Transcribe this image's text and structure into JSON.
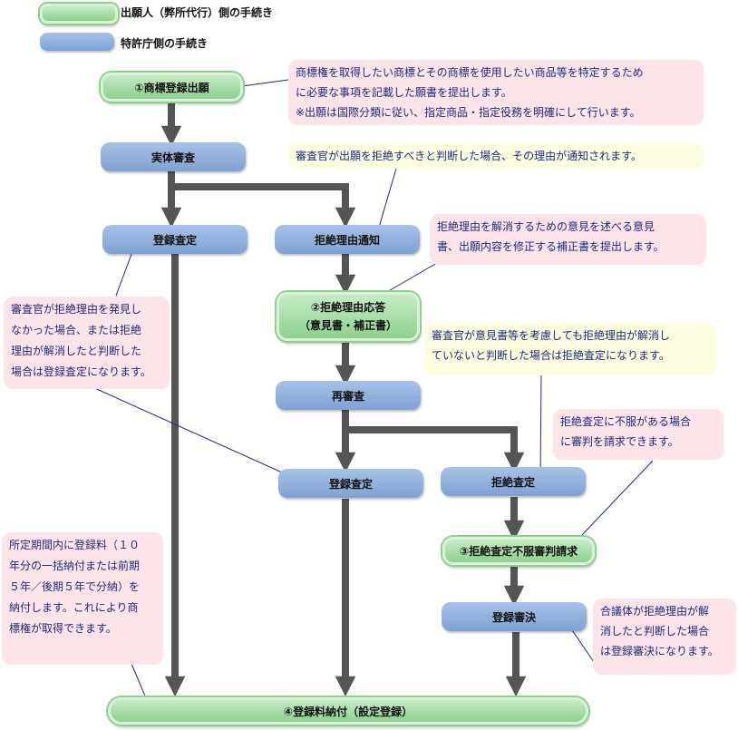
{
  "legend": {
    "applicant": "出願人（弊所代行）側の手続き",
    "office": "特許庁側の手続き"
  },
  "nodes": {
    "application": "①商標登録出願",
    "exam": "実体審査",
    "grant1": "登録査定",
    "refusal_notice": "拒絶理由通知",
    "response_line1": "②拒絶理由応答",
    "response_line2": "（意見書・補正書）",
    "reexam": "再審査",
    "grant2": "登録査定",
    "refusal_decision": "拒絶査定",
    "appeal": "③拒絶査定不服審判請求",
    "appeal_grant": "登録審決",
    "registration": "④登録料納付（設定登録）"
  },
  "notes": {
    "application": [
      "商標権を取得したい商標とその商標を使用したい商品等を特定するため",
      "に必要な事項を記載した願書を提出します。",
      "※出願は国際分類に従い、指定商品・指定役務を明確にして行います。"
    ],
    "refusal_notice": [
      "審査官が出願を拒絶すべきと判断した場合、その理由が通知されます。"
    ],
    "response": [
      "拒絶理由を解消するための意見を述べる意見",
      "書、出願内容を修正する補正書を提出します。"
    ],
    "grant1": [
      "審査官が拒絶理由を発見し",
      "なかった場合、または拒絶",
      "理由が解消したと判断した",
      "場合は登録査定になります。"
    ],
    "reexam": [
      "審査官が意見書等を考慮しても拒絶理由が解消し",
      "ていないと判断した場合は拒絶査定になります。"
    ],
    "appeal": [
      "拒絶査定に不服がある場合",
      "に審判を請求できます。"
    ],
    "fee": [
      "所定期間内に登録料（１０",
      "年分の一括納付または前期",
      "５年／後期５年で分納）を",
      "納付します。これにより商",
      "標権が取得できます。"
    ],
    "appeal_grant": [
      "合議体が拒絶理由が解",
      "消したと判断した場合",
      "は登録審決になります。"
    ]
  },
  "colors": {
    "applicant_fill": "#9bdb9b",
    "office_fill": "#8fb0dc",
    "arrow": "#555555",
    "leader": "#1f2a80",
    "note_pink": "#fde4e8",
    "note_yellow": "#fdfde0"
  }
}
